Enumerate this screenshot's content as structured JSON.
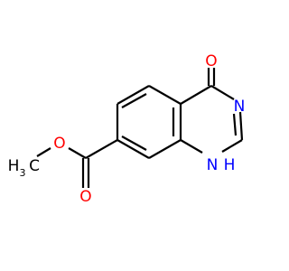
{
  "molecule": {
    "atoms": {
      "carbonyl_oxygen": "O",
      "n3": "N",
      "n1": "N",
      "n1_hydrogen": "H",
      "ester_carbonyl_oxygen": "O",
      "ester_oxygen": "O",
      "methyl_carbon": "C",
      "methyl_hydrogen": "H",
      "methyl_subscript": "3"
    },
    "colors": {
      "bond": "#000000",
      "oxygen": "#ff0000",
      "nitrogen": "#0000ff",
      "carbon": "#000000"
    }
  }
}
